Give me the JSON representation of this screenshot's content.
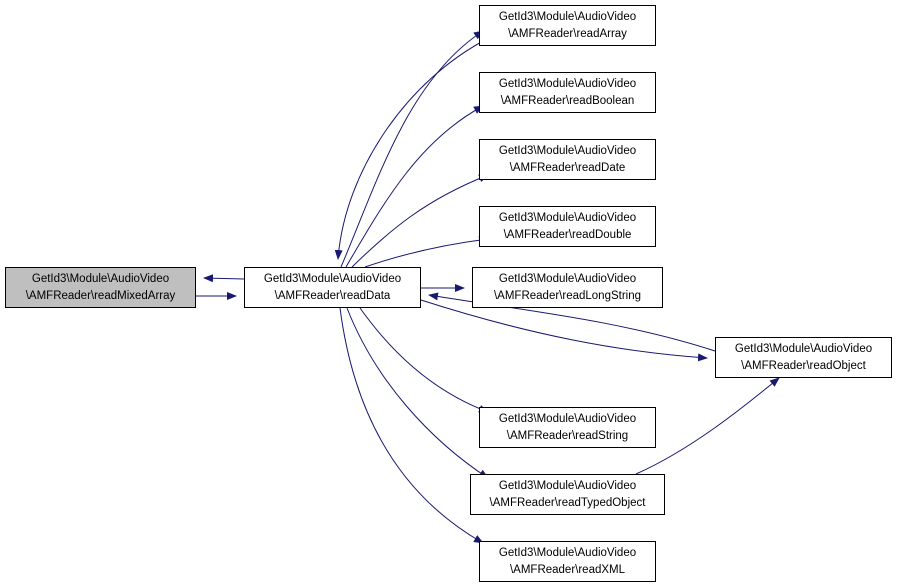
{
  "graph": {
    "colors": {
      "edge": "#191970",
      "current_fill": "#bfbfbf",
      "node_fill": "#ffffff",
      "border": "#000000"
    },
    "nodes": {
      "readMixedArray": {
        "line1": "GetId3\\Module\\AudioVideo",
        "line2": "\\AMFReader\\readMixedArray",
        "current": true
      },
      "readData": {
        "line1": "GetId3\\Module\\AudioVideo",
        "line2": "\\AMFReader\\readData"
      },
      "readArray": {
        "line1": "GetId3\\Module\\AudioVideo",
        "line2": "\\AMFReader\\readArray"
      },
      "readBoolean": {
        "line1": "GetId3\\Module\\AudioVideo",
        "line2": "\\AMFReader\\readBoolean"
      },
      "readDate": {
        "line1": "GetId3\\Module\\AudioVideo",
        "line2": "\\AMFReader\\readDate"
      },
      "readDouble": {
        "line1": "GetId3\\Module\\AudioVideo",
        "line2": "\\AMFReader\\readDouble"
      },
      "readLongString": {
        "line1": "GetId3\\Module\\AudioVideo",
        "line2": "\\AMFReader\\readLongString"
      },
      "readObject": {
        "line1": "GetId3\\Module\\AudioVideo",
        "line2": "\\AMFReader\\readObject"
      },
      "readString": {
        "line1": "GetId3\\Module\\AudioVideo",
        "line2": "\\AMFReader\\readString"
      },
      "readTypedObject": {
        "line1": "GetId3\\Module\\AudioVideo",
        "line2": "\\AMFReader\\readTypedObject"
      },
      "readXML": {
        "line1": "GetId3\\Module\\AudioVideo",
        "line2": "\\AMFReader\\readXML"
      }
    },
    "edges": [
      {
        "from": "readMixedArray",
        "to": "readData"
      },
      {
        "from": "readData",
        "to": "readMixedArray"
      },
      {
        "from": "readData",
        "to": "readArray"
      },
      {
        "from": "readArray",
        "to": "readData"
      },
      {
        "from": "readData",
        "to": "readBoolean"
      },
      {
        "from": "readData",
        "to": "readDate"
      },
      {
        "from": "readData",
        "to": "readDouble"
      },
      {
        "from": "readData",
        "to": "readLongString"
      },
      {
        "from": "readData",
        "to": "readObject"
      },
      {
        "from": "readObject",
        "to": "readData"
      },
      {
        "from": "readData",
        "to": "readString"
      },
      {
        "from": "readData",
        "to": "readTypedObject"
      },
      {
        "from": "readTypedObject",
        "to": "readObject"
      },
      {
        "from": "readData",
        "to": "readXML"
      }
    ]
  }
}
